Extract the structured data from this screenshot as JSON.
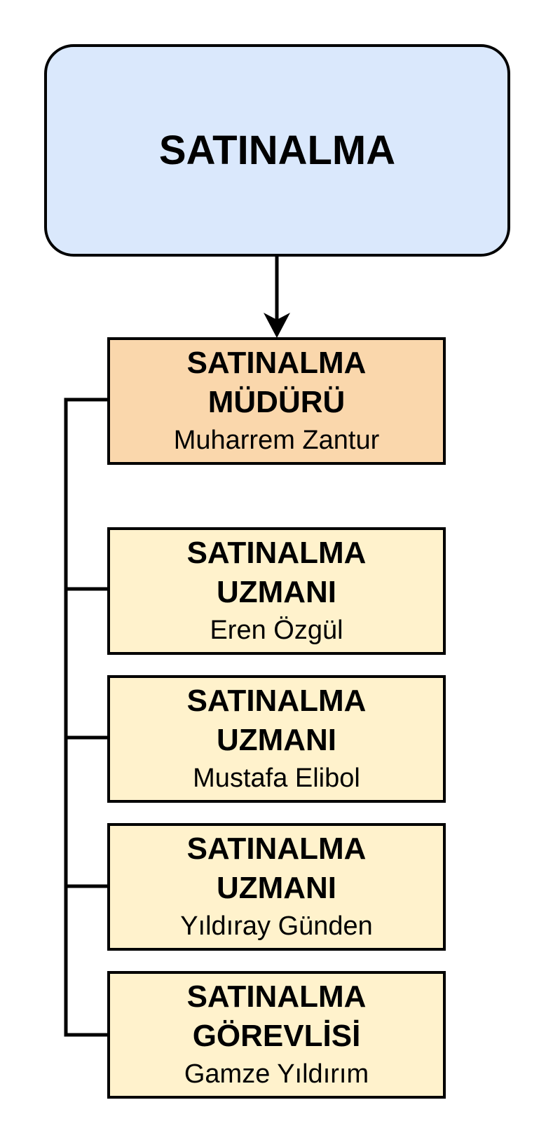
{
  "colors": {
    "department_fill": "#dae8fc",
    "manager_fill": "#fad7ac",
    "staff_fill": "#fff2cc",
    "line": "#000000"
  },
  "department": {
    "label": "SATINALMA"
  },
  "manager": {
    "title_line1": "SATINALMA",
    "title_line2": "MÜDÜRÜ",
    "person": "Muharrem Zantur"
  },
  "staff": [
    {
      "title_line1": "SATINALMA",
      "title_line2": "UZMANI",
      "person": "Eren Özgül"
    },
    {
      "title_line1": "SATINALMA",
      "title_line2": "UZMANI",
      "person": "Mustafa Elibol"
    },
    {
      "title_line1": "SATINALMA",
      "title_line2": "UZMANI",
      "person": "Yıldıray Günden"
    },
    {
      "title_line1": "SATINALMA",
      "title_line2": "GÖREVLİSİ",
      "person": "Gamze Yıldırım"
    }
  ]
}
